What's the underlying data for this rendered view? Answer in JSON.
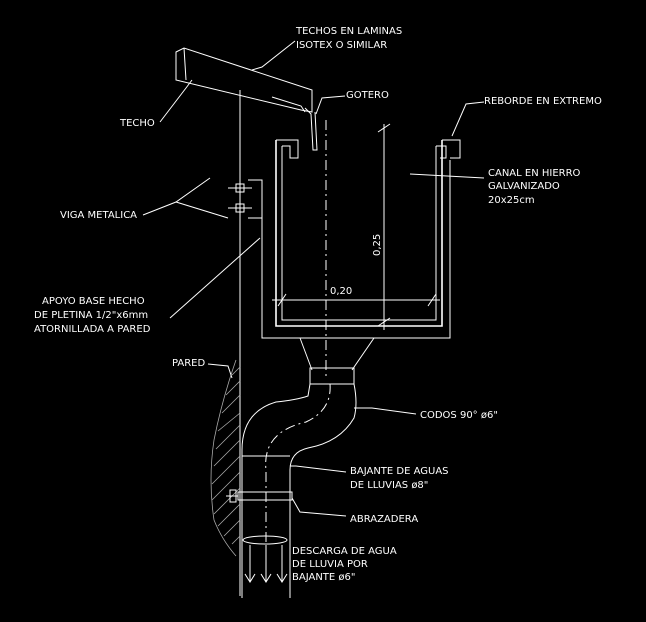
{
  "labels": {
    "techos_line1": "TECHOS EN LAMINAS",
    "techos_line2": "ISOTEX O SIMILAR",
    "techo": "TECHO",
    "gotero": "GOTERO",
    "reborde": "REBORDE EN EXTREMO",
    "canal_line1": "CANAL EN HIERRO",
    "canal_line2": "GALVANIZADO",
    "canal_line3": "20x25cm",
    "viga": "VIGA METALICA",
    "apoyo_line1": "APOYO BASE HECHO",
    "apoyo_line2": "DE PLETINA 1/2\"x6mm",
    "apoyo_line3": "ATORNILLADA A PARED",
    "pared": "PARED",
    "codos": "CODOS 90° ø6\"",
    "bajante_line1": "BAJANTE DE AGUAS",
    "bajante_line2": "DE LLUVIAS ø8\"",
    "abrazadera": "ABRAZADERA",
    "descarga_line1": "DESCARGA DE AGUA",
    "descarga_line2": "DE LLUVIA POR",
    "descarga_line3": "BAJANTE ø6\""
  },
  "dimensions": {
    "height": "0,25",
    "width": "0,20"
  },
  "colors": {
    "background": "#000000",
    "line": "#ffffff"
  }
}
